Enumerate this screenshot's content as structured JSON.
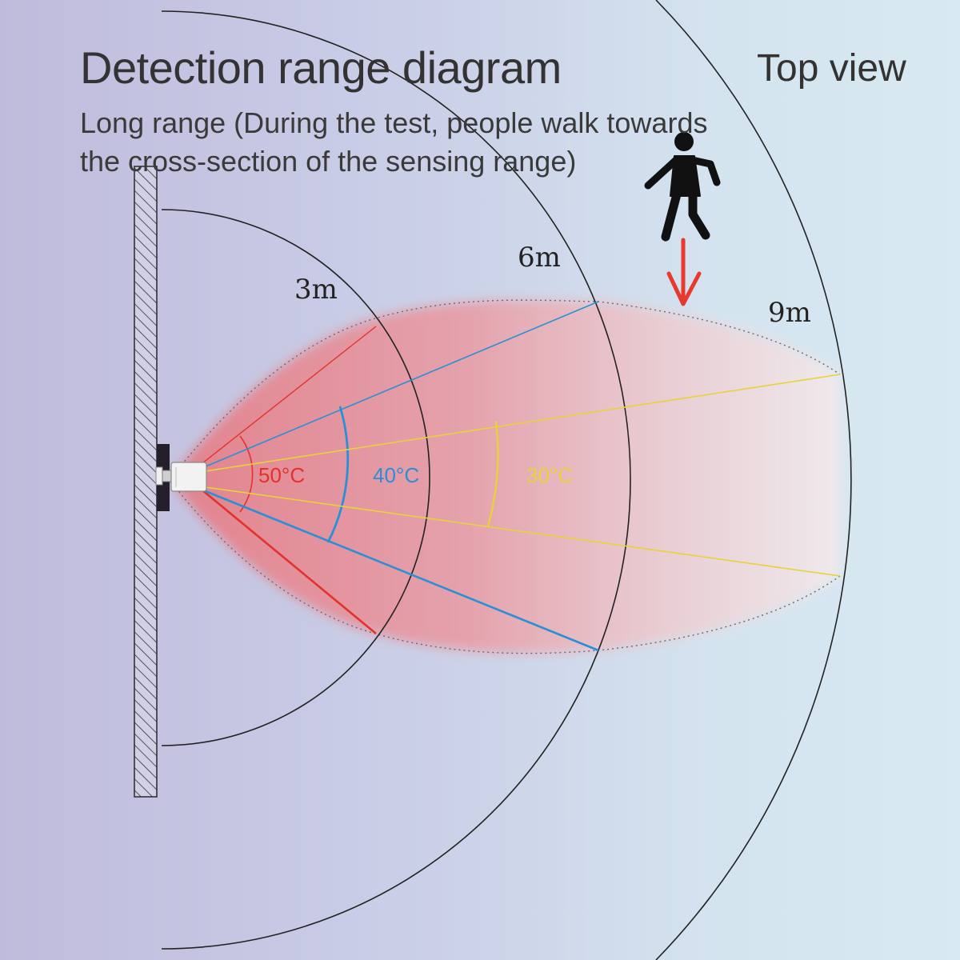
{
  "title": "Detection range diagram",
  "subtitle_line1": "Long range (During the test, people walk towards",
  "subtitle_line2": "the cross-section of the sensing range)",
  "view_label": "Top view",
  "distance_labels": [
    "3m",
    "6m",
    "9m"
  ],
  "temperature_labels": [
    {
      "text": "50°C",
      "color": "#e5312b"
    },
    {
      "text": "40°C",
      "color": "#2a8fd6"
    },
    {
      "text": "30°C",
      "color": "#e8d23a"
    }
  ],
  "colors": {
    "ring": "#222222",
    "cone_fill": "#e88a92",
    "arrow": "#e8392f",
    "person": "#111111"
  },
  "icons": {
    "person": "walking-person-icon",
    "arrow": "down-arrow-icon",
    "sensor": "motion-sensor-icon",
    "wall": "hatched-wall-icon"
  }
}
